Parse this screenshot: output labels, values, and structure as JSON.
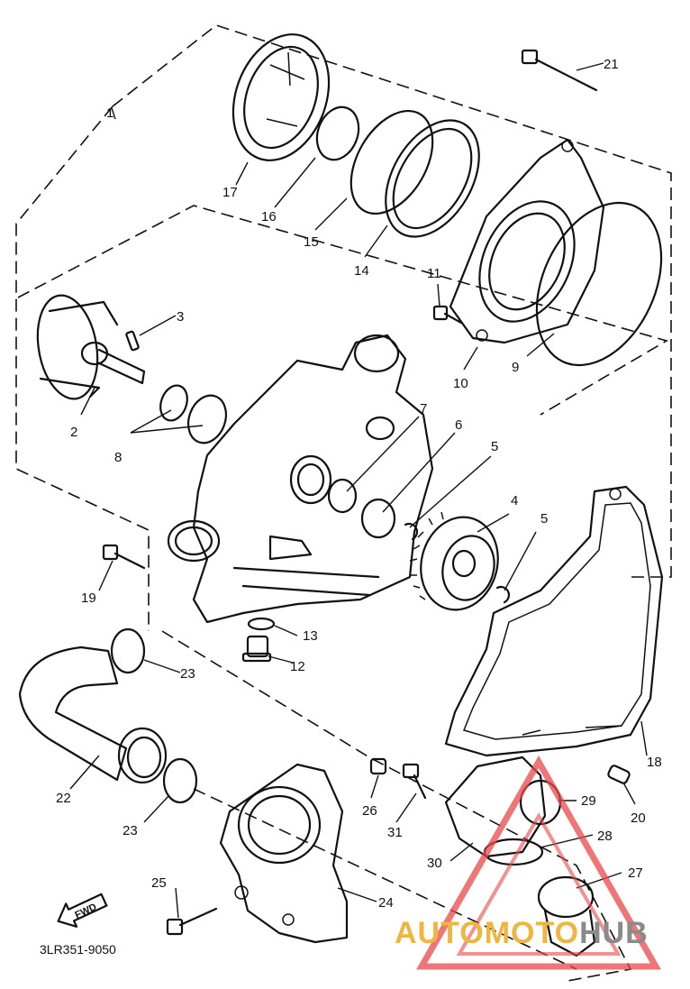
{
  "diagram": {
    "part_code": "3LR351-9050",
    "fwd_label": "FWD",
    "callouts": [
      "1",
      "2",
      "3",
      "4",
      "5",
      "5",
      "6",
      "7",
      "8",
      "9",
      "10",
      "11",
      "12",
      "13",
      "14",
      "15",
      "16",
      "17",
      "18",
      "19",
      "20",
      "21",
      "22",
      "23",
      "23",
      "24",
      "25",
      "26",
      "27",
      "28",
      "29",
      "30",
      "31"
    ]
  },
  "watermark": {
    "text_part1": "AUTOMOTO",
    "text_part2": "HUB",
    "color_part1": "#f0b440",
    "color_part2": "#8a8a8a",
    "triangle_color": "#e84848"
  }
}
